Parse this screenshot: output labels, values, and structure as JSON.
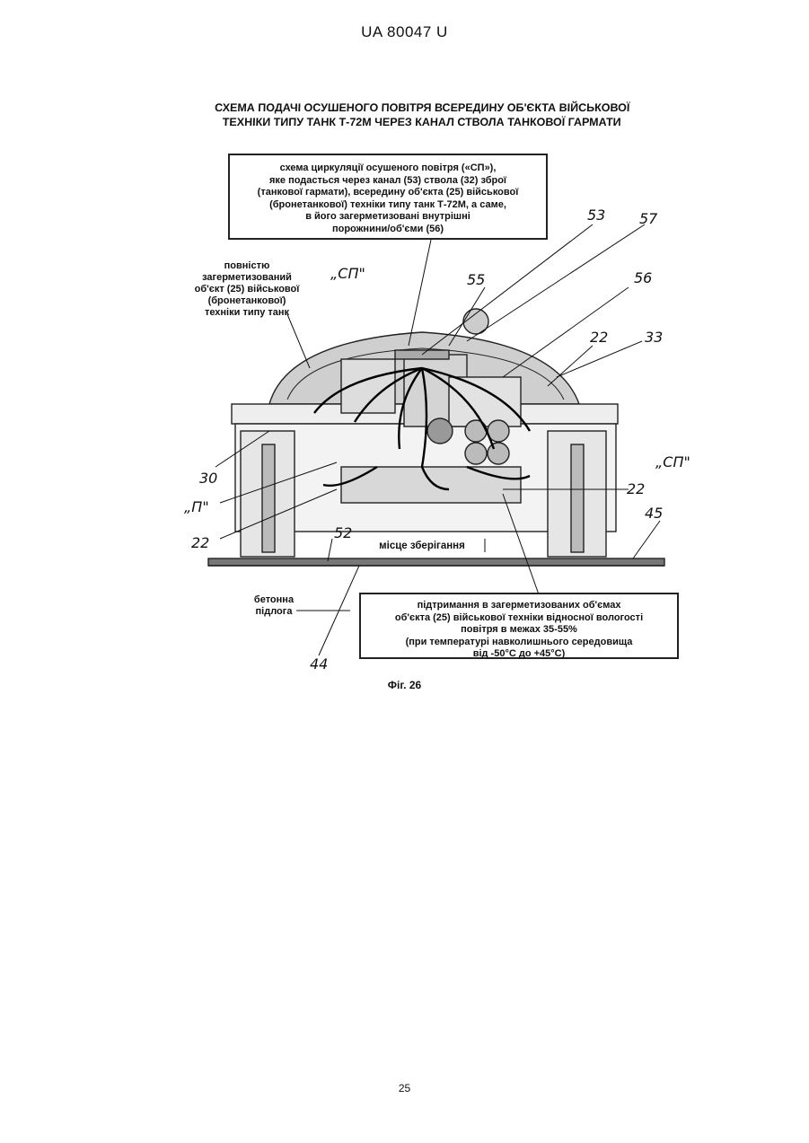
{
  "header": {
    "patent_id": "UA   80047   U"
  },
  "figure": {
    "title_line1": "СХЕМА ПОДАЧІ ОСУШЕНОГО ПОВІТРЯ ВСЕРЕДИНУ ОБ'ЄКТА ВІЙСЬКОВОЇ",
    "title_line2": "ТЕХНІКИ ТИПУ ТАНК Т-72М ЧЕРЕЗ КАНАЛ СТВОЛА ТАНКОВОЇ ГАРМАТИ",
    "callout_top": [
      "схема циркуляції осушеного повітря («СП»),",
      "яке подасться через канал (53) ствола (32) зброї",
      "(танкової гармати), всередину об'єкта (25) військової",
      "(бронетанкової)  техніки типу танк Т-72М, а саме,",
      "в його загерметизовані внутрішні",
      "порожнини/об'єми (56)"
    ],
    "label_tank": [
      "повністю",
      "загерметизований",
      "об'єкт (25) військової",
      "(бронетанкової)",
      "техніки типу танк"
    ],
    "label_storage": "місце зберігання",
    "label_floor": [
      "бетонна",
      "підлога"
    ],
    "callout_bottom": [
      "підтримання в загерметизованих об'ємах",
      "об'єкта (25) військової техніки відносної вологості",
      "повітря в межах 35-55%",
      "(при температурі навколишнього середовища",
      "від -50°С до +45°С)"
    ],
    "marker_sp_left": "„СП\"",
    "marker_sp_right": "„СП\"",
    "marker_p": "„П\"",
    "numbers": {
      "n53": "53",
      "n57": "57",
      "n55": "55",
      "n56": "56",
      "n22a": "22",
      "n33": "33",
      "n30": "30",
      "n22b": "22",
      "n22c": "22",
      "n52": "52",
      "n45": "45",
      "n44": "44"
    },
    "caption": "Фіг. 26"
  },
  "page_number": "25"
}
